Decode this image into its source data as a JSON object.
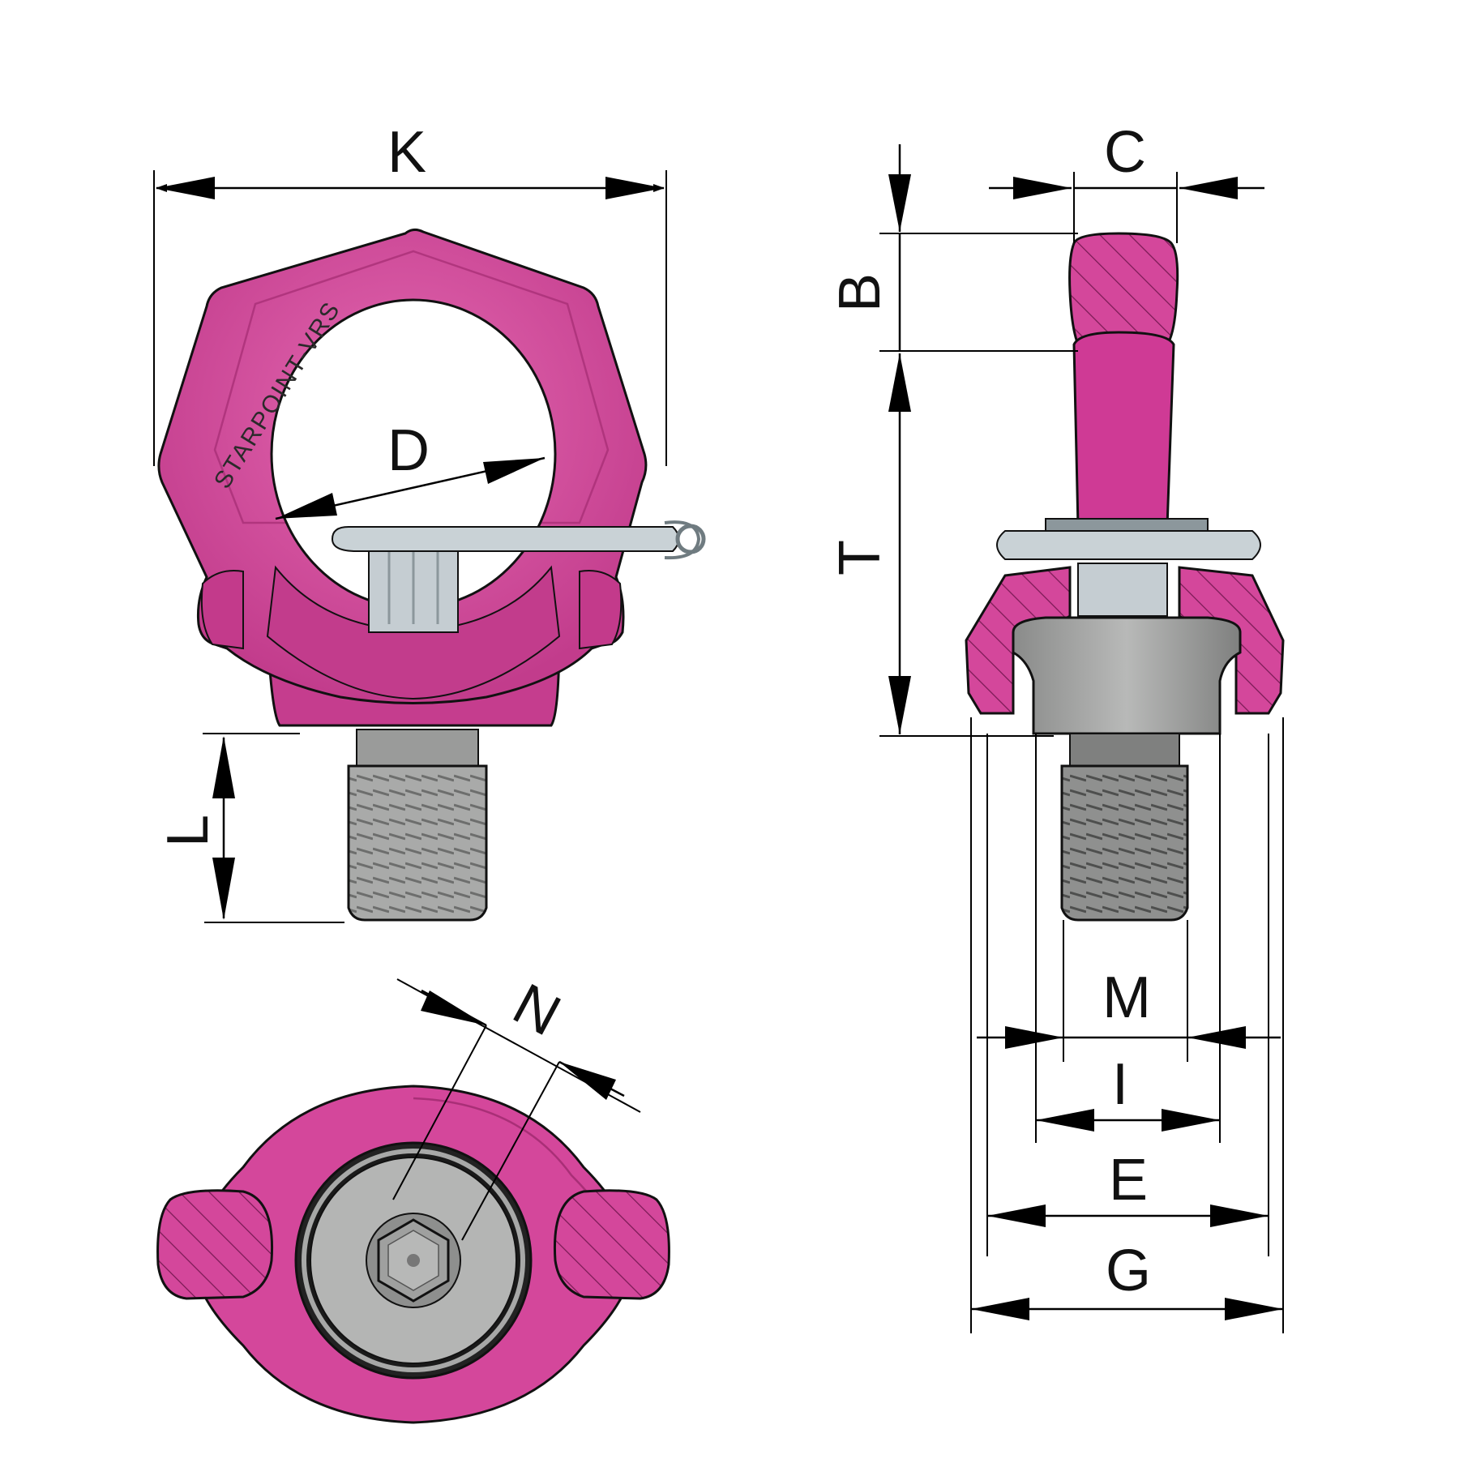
{
  "product": {
    "engraving": "STARPOINT-VRS"
  },
  "dimensions": {
    "K": "K",
    "D": "D",
    "L": "L",
    "N": "N",
    "C": "C",
    "B": "B",
    "T": "T",
    "M": "M",
    "I": "I",
    "E": "E",
    "G": "G"
  },
  "colors": {
    "body_magenta": "#d4479b",
    "body_magenta_dark": "#b3307f",
    "hatch": "#7a1a55",
    "steel_grey": "#a9aaa9",
    "steel_light": "#c9d2d6",
    "steel_dark": "#6d6e6d",
    "line": "#000000"
  }
}
